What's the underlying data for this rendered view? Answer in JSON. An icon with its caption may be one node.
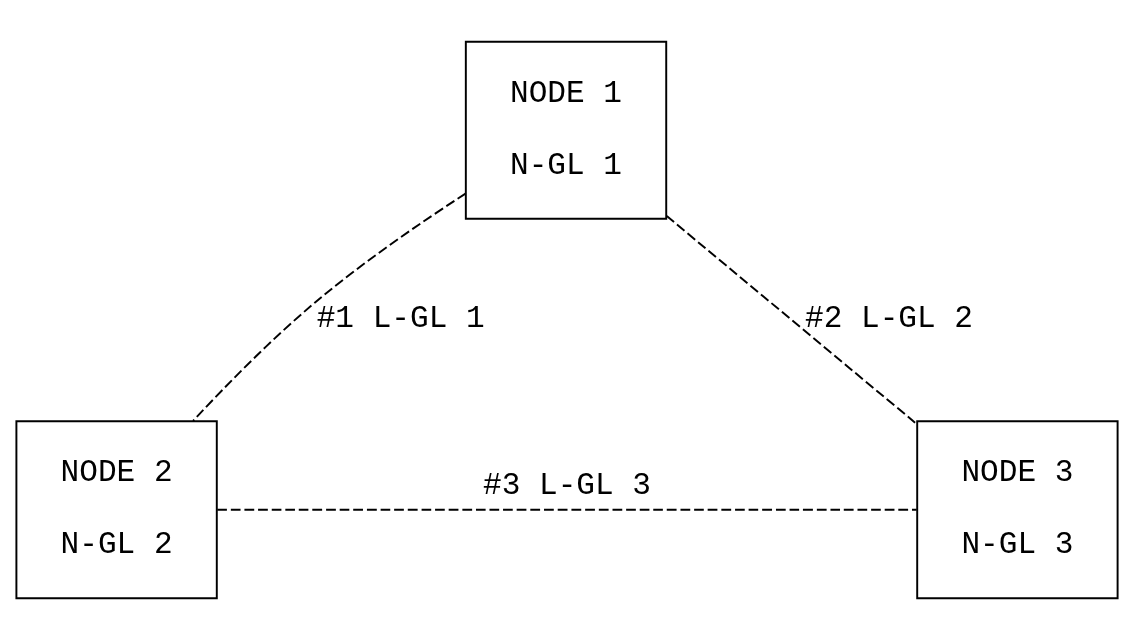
{
  "diagram": {
    "nodes": [
      {
        "text": [
          "NODE 1",
          "N-GL 1"
        ]
      },
      {
        "text": [
          "NODE 2",
          "N-GL 2"
        ]
      },
      {
        "text": [
          "NODE 3",
          "N-GL 3"
        ]
      }
    ],
    "edges": [
      {
        "from": 0,
        "to": 1,
        "arrow": "none",
        "label": "#1 L-GL 1",
        "style": "dashed"
      },
      {
        "from": 0,
        "to": 2,
        "arrow": "none",
        "label": "#2 L-GL 2",
        "style": "dashed"
      },
      {
        "from": 1,
        "to": 2,
        "arrow": "none",
        "label": "#3 L-GL 3",
        "style": "dashed"
      }
    ]
  }
}
